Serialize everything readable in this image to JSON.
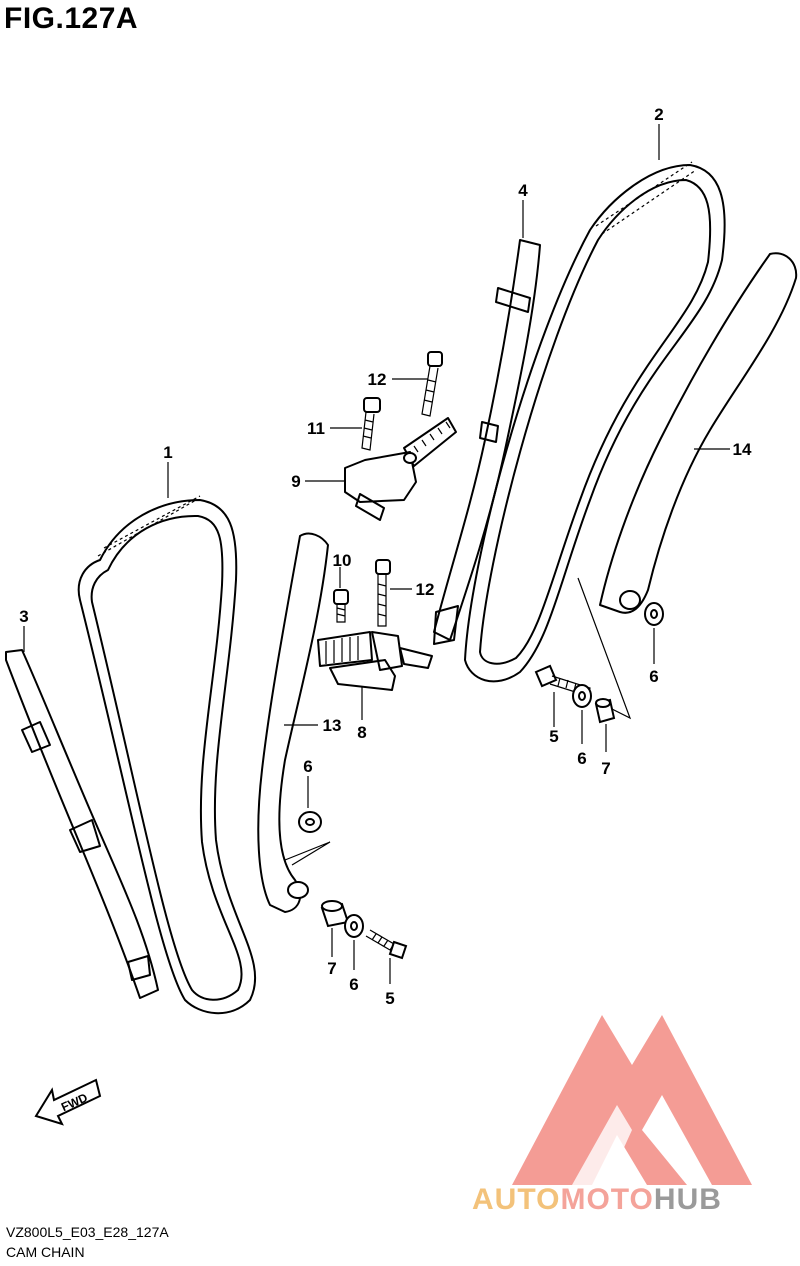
{
  "figure": {
    "title": "FIG.127A",
    "code": "VZ800L5_E03_E28_127A",
    "name": "CAM CHAIN"
  },
  "fwd_label": "FWD",
  "callouts": {
    "c1": "1",
    "c2": "2",
    "c3": "3",
    "c4": "4",
    "c5a": "5",
    "c5b": "5",
    "c6a": "6",
    "c6b": "6",
    "c6c": "6",
    "c6d": "6",
    "c7a": "7",
    "c7b": "7",
    "c8": "8",
    "c9": "9",
    "c10": "10",
    "c11": "11",
    "c12a": "12",
    "c12b": "12",
    "c13": "13",
    "c14": "14"
  },
  "watermark": {
    "part1": "AUTO",
    "part2": "MOTO",
    "part3": "HUB",
    "color1": "#f3c27a",
    "color2": "#f4a39a",
    "color3": "#9a9a9a",
    "mark_color": "#f28b82"
  }
}
